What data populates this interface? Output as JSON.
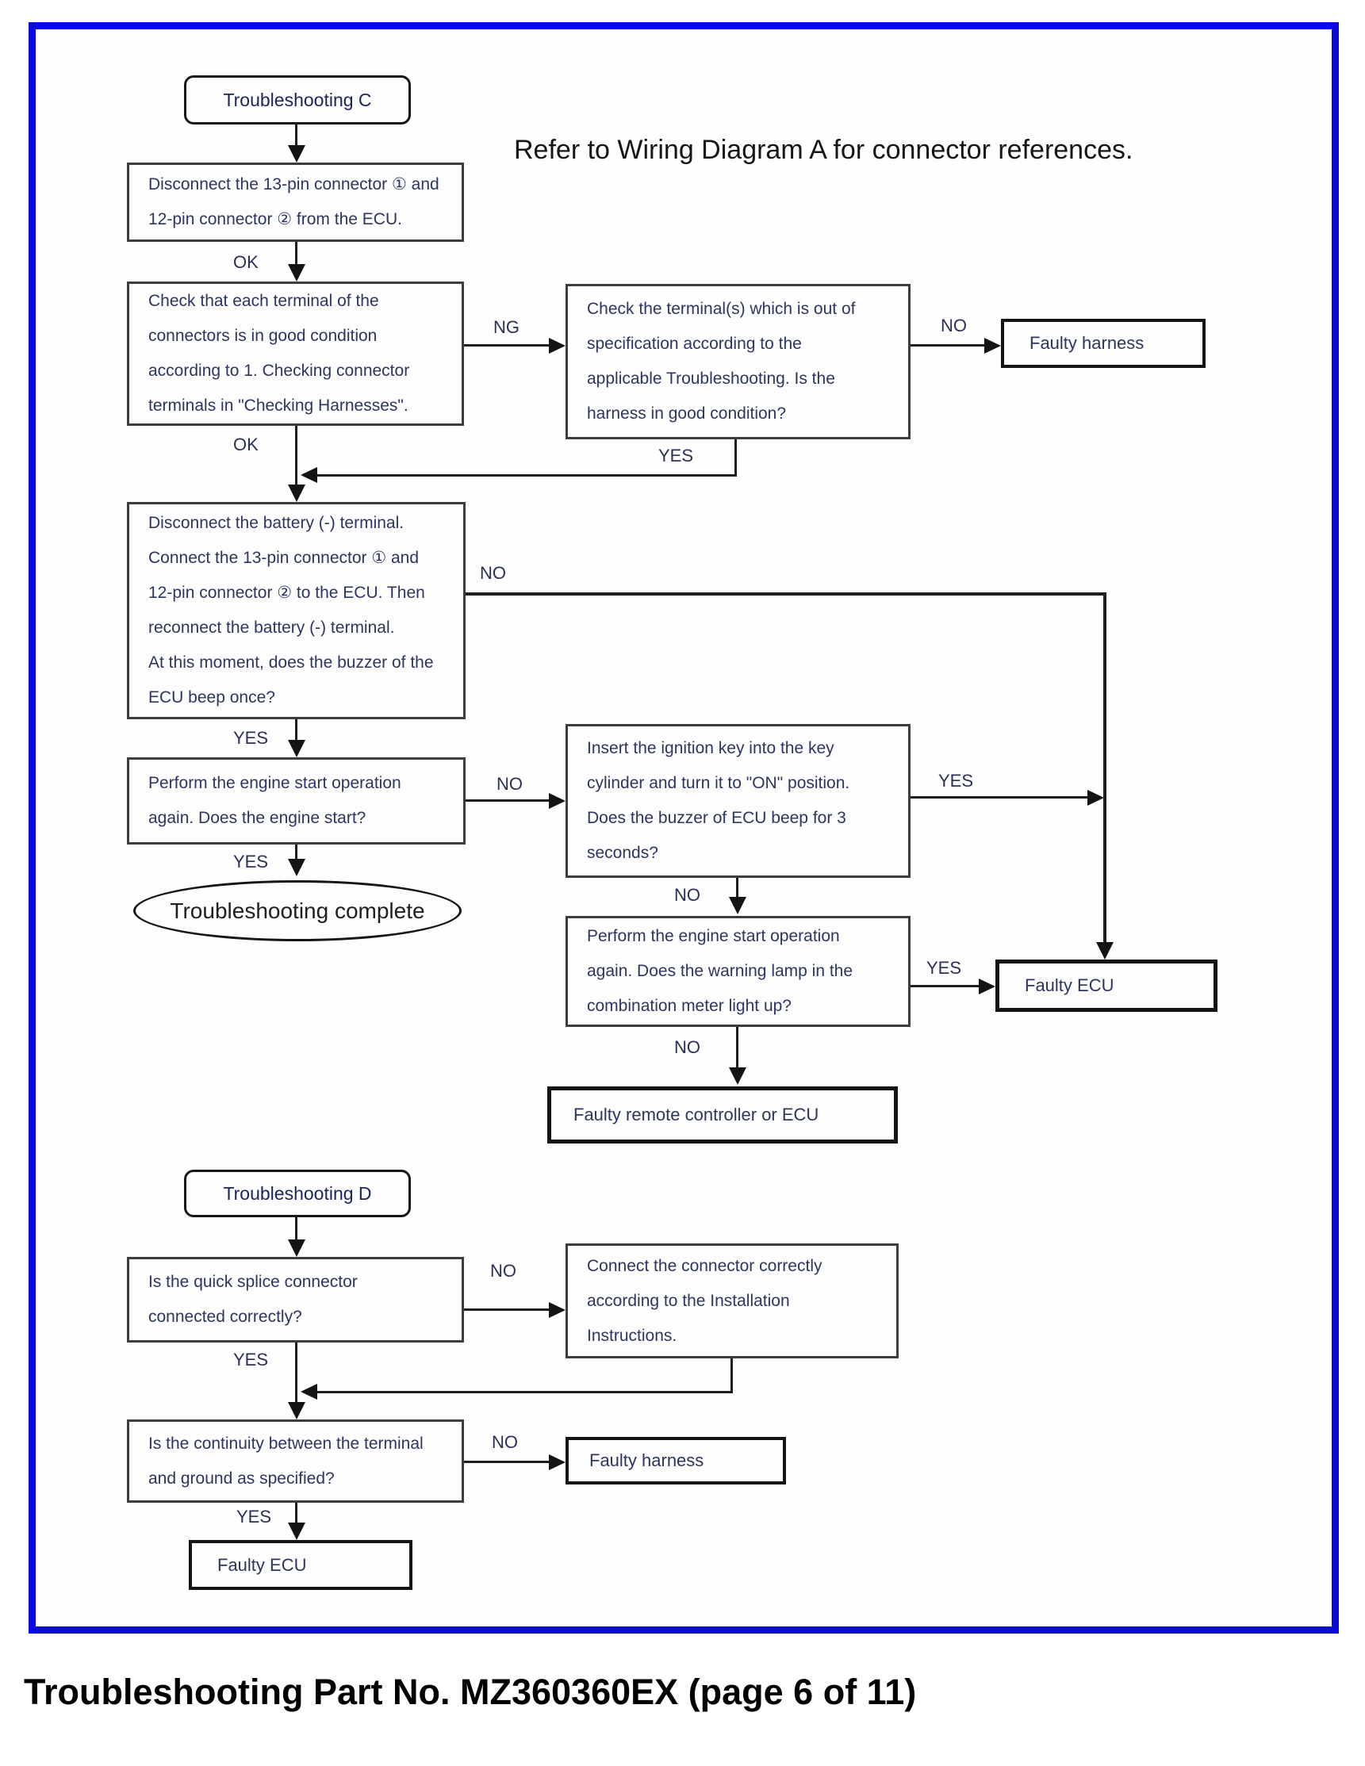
{
  "page": {
    "note": "Refer to Wiring Diagram A for connector references.",
    "caption": "Troubleshooting Part No. MZ360360EX (page 6 of 11)",
    "border_color": "#0a0ae0"
  },
  "nodes": {
    "start_c": "Troubleshooting C",
    "disconnect_connectors": {
      "lines": [
        "Disconnect the 13-pin connector ① and",
        "12-pin connector ② from the ECU."
      ]
    },
    "check_terminals": {
      "lines": [
        "Check that each terminal of the",
        "connectors is in good condition",
        "according to 1. Checking connector",
        "terminals in \"Checking Harnesses\"."
      ]
    },
    "check_out_of_spec": {
      "lines": [
        "Check the terminal(s) which is out of",
        "specification according to the",
        "applicable Troubleshooting. Is the",
        "harness in good condition?"
      ]
    },
    "faulty_harness_1": "Faulty harness",
    "battery_buzzer": {
      "lines": [
        "Disconnect the battery (-) terminal.",
        "Connect the 13-pin connector ① and",
        "12-pin connector ② to the ECU. Then",
        "reconnect the battery (-) terminal.",
        "At this moment, does the buzzer of the",
        "ECU beep once?"
      ]
    },
    "engine_start": {
      "lines": [
        "Perform the engine start operation",
        "again. Does the engine start?"
      ]
    },
    "complete": "Troubleshooting complete",
    "ignition_key": {
      "lines": [
        "Insert the ignition key into the key",
        "cylinder and turn it to \"ON\" position.",
        "Does the buzzer of ECU beep for 3",
        "seconds?"
      ]
    },
    "warning_lamp": {
      "lines": [
        "Perform the engine start operation",
        "again. Does the warning lamp in the",
        "combination meter light up?"
      ]
    },
    "faulty_ecu_1": "Faulty ECU",
    "faulty_remote": "Faulty remote controller or ECU",
    "start_d": "Troubleshooting D",
    "quick_splice": {
      "lines": [
        "Is the quick splice connector",
        "connected correctly?"
      ]
    },
    "connect_correctly": {
      "lines": [
        "Connect the connector correctly",
        "according to the Installation",
        "Instructions."
      ]
    },
    "continuity": {
      "lines": [
        "Is the continuity between the terminal",
        "and ground as specified?"
      ]
    },
    "faulty_harness_2": "Faulty harness",
    "faulty_ecu_2": "Faulty ECU"
  },
  "labels": {
    "ok1": "OK",
    "ok2": "OK",
    "ng1": "NG",
    "no1": "NO",
    "yes1": "YES",
    "no2": "NO",
    "yes2": "YES",
    "no3": "NO",
    "yes3": "YES",
    "yes4": "YES",
    "no4": "NO",
    "yes5": "YES",
    "no5": "NO",
    "no6": "NO",
    "yes6": "YES",
    "no7": "NO",
    "yes7": "YES"
  }
}
